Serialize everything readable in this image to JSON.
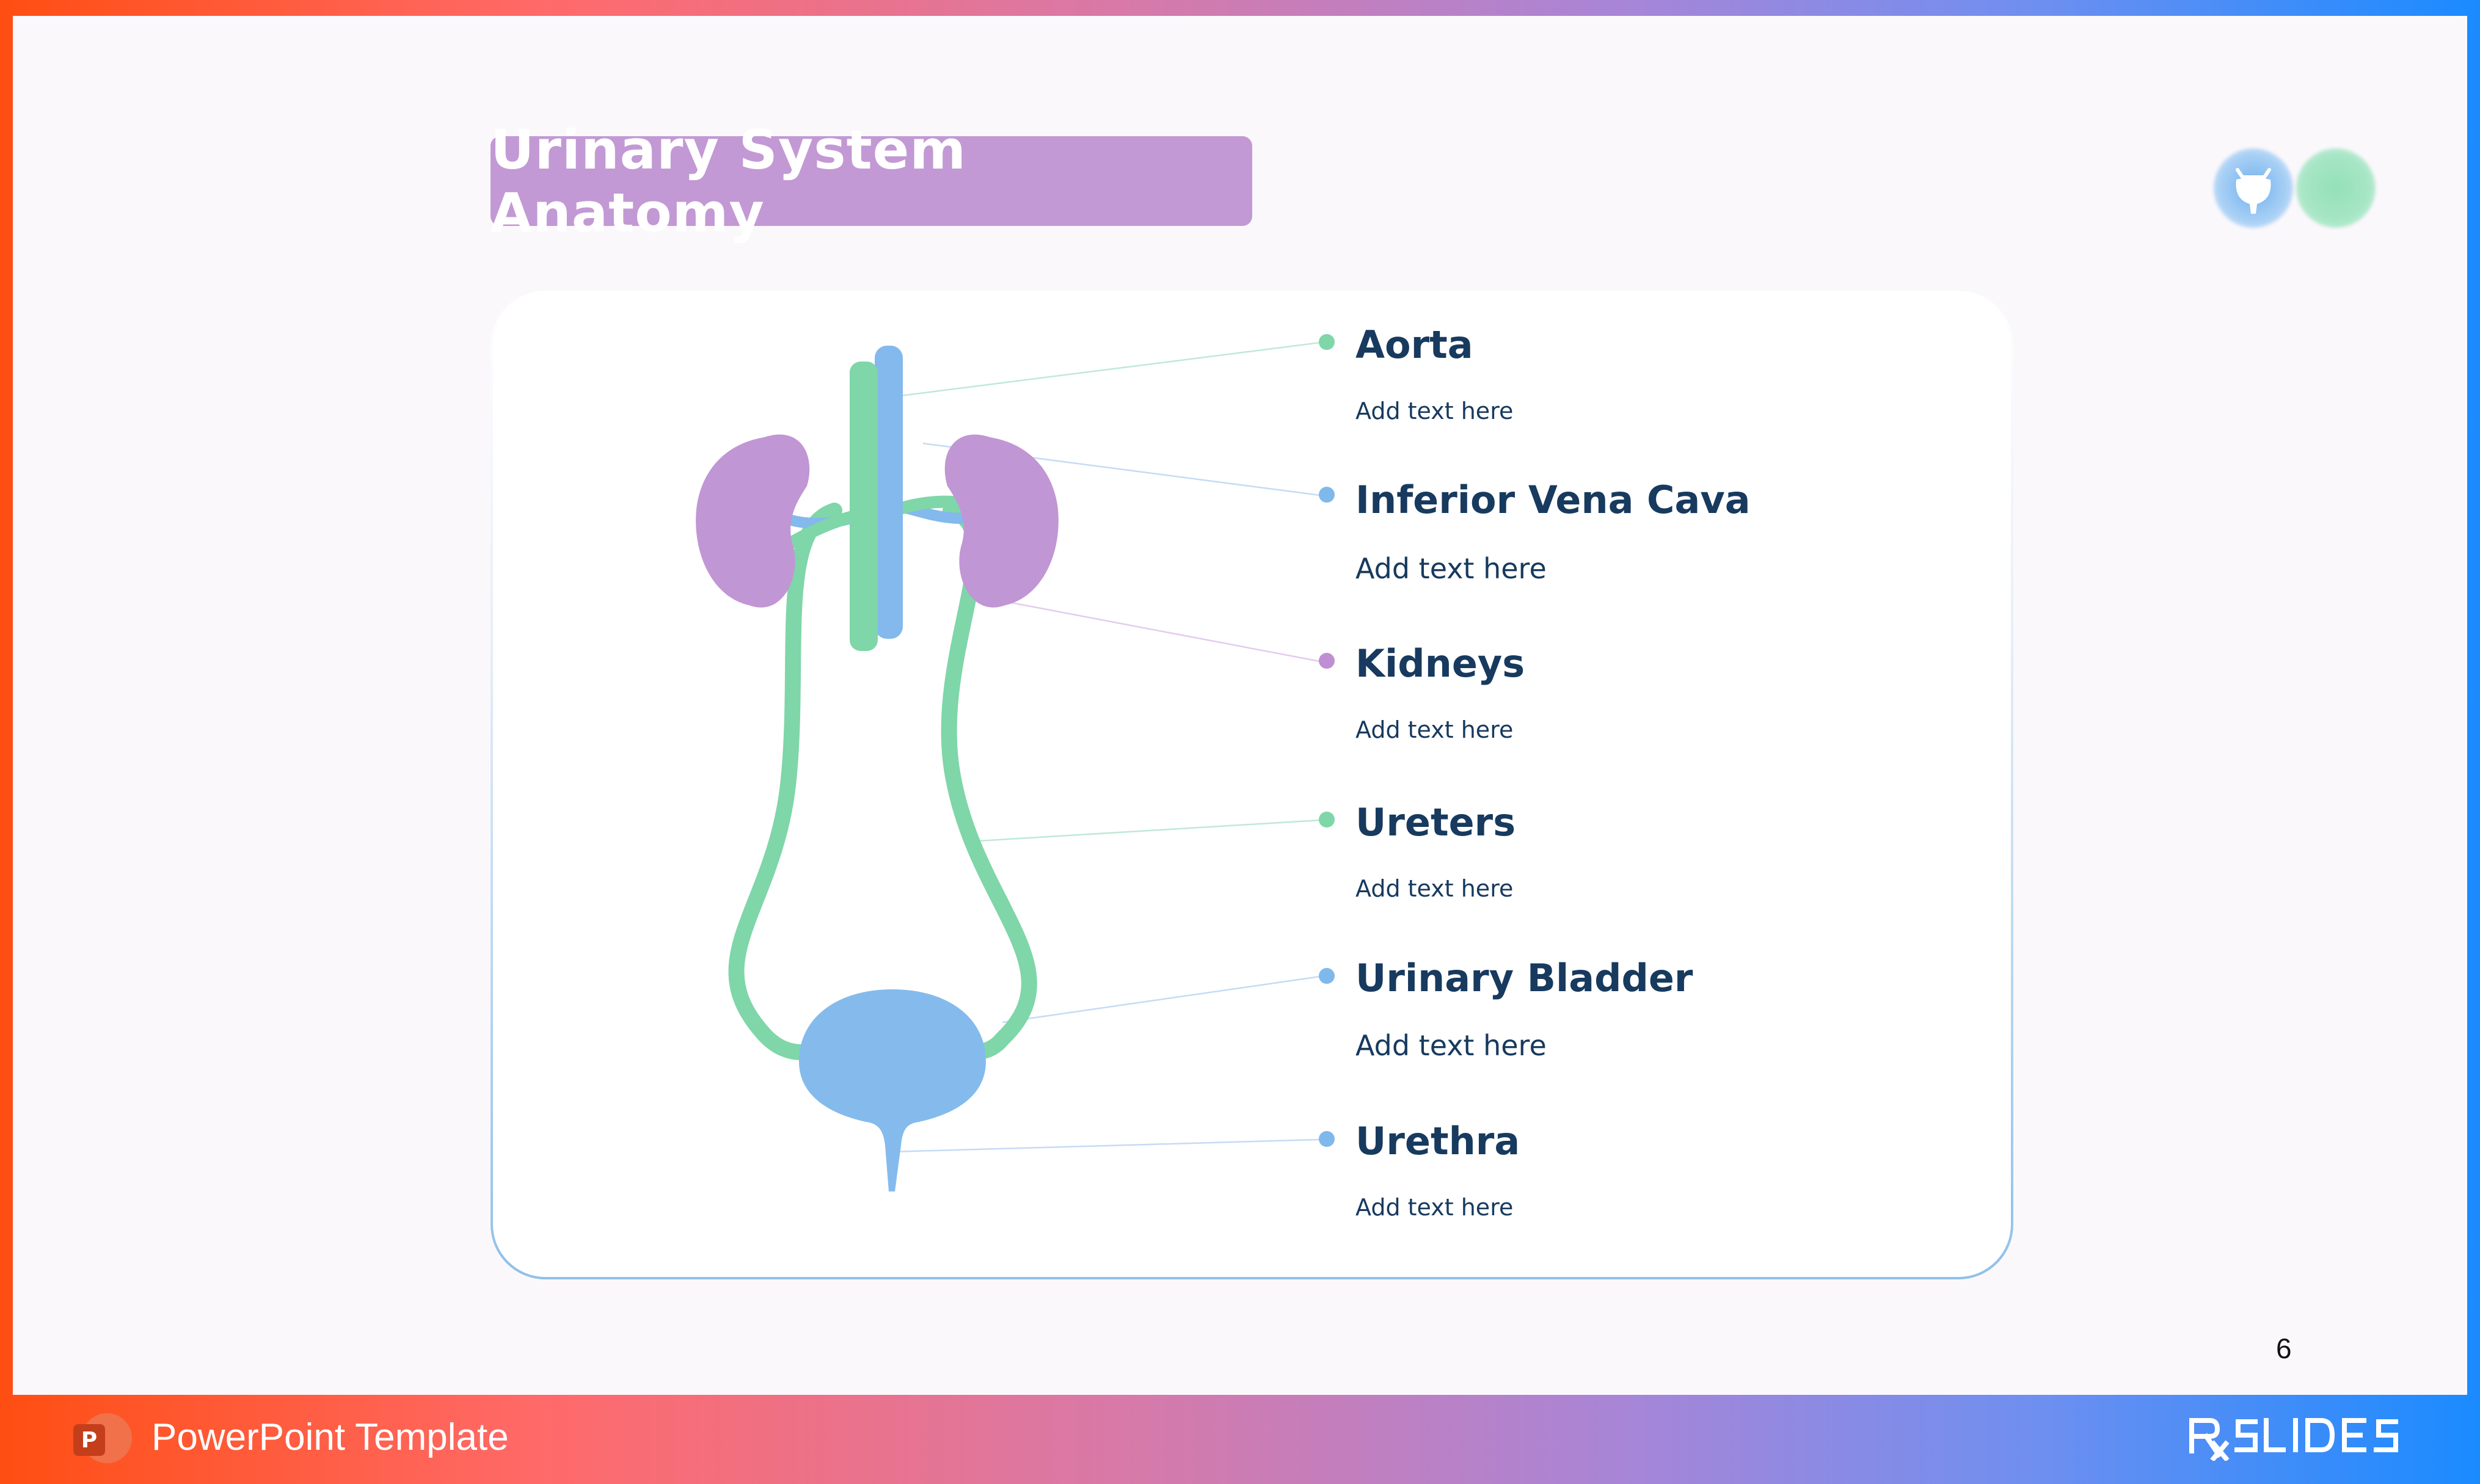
{
  "title": "Urinary System Anatomy",
  "labels": [
    {
      "heading": "Aorta",
      "text": "Add text here",
      "color": "#7fd6a8"
    },
    {
      "heading": "Inferior Vena Cava",
      "text": "Add text here",
      "color": "#7fb9ec"
    },
    {
      "heading": "Kidneys",
      "text": "Add text here",
      "color": "#c08fd3"
    },
    {
      "heading": "Ureters",
      "text": "Add text here",
      "color": "#7fd6a8"
    },
    {
      "heading": "Urinary Bladder",
      "text": "Add text here",
      "color": "#7fb9ec"
    },
    {
      "heading": "Urethra",
      "text": "Add text here",
      "color": "#7fb9ec"
    }
  ],
  "page_number": "6",
  "footer": {
    "text": "PowerPoint Template",
    "app_icon_letter": "P"
  },
  "icons": {
    "bladder_badge": "bladder-icon",
    "app": "powerpoint-icon",
    "logo": "rx-slides-logo"
  },
  "colors": {
    "kidney": "#c196d4",
    "aorta": "#7fd6a8",
    "vein": "#83b9ec",
    "bladder": "#84bbec",
    "text": "#173a5e"
  }
}
